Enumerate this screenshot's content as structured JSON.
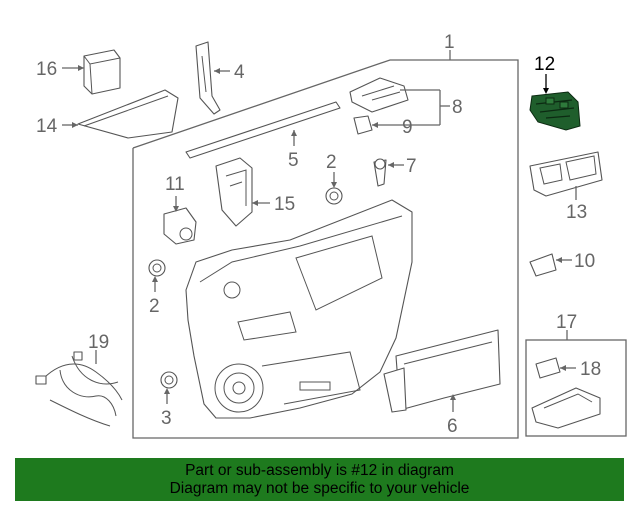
{
  "callouts": {
    "c1": "1",
    "c2a": "2",
    "c2b": "2",
    "c3": "3",
    "c4": "4",
    "c5": "5",
    "c6": "6",
    "c7": "7",
    "c8": "8",
    "c9": "9",
    "c10": "10",
    "c11": "11",
    "c12": "12",
    "c13": "13",
    "c14": "14",
    "c15": "15",
    "c16": "16",
    "c17": "17",
    "c18": "18",
    "c19": "19"
  },
  "highlight_part": "12",
  "colors": {
    "banner": "#1e7a1e",
    "highlight": "#1f5e2c",
    "line": "#666666"
  },
  "banner": {
    "line1": "Part or sub-assembly is #12 in diagram",
    "line2": "Diagram may not be specific to your vehicle"
  }
}
